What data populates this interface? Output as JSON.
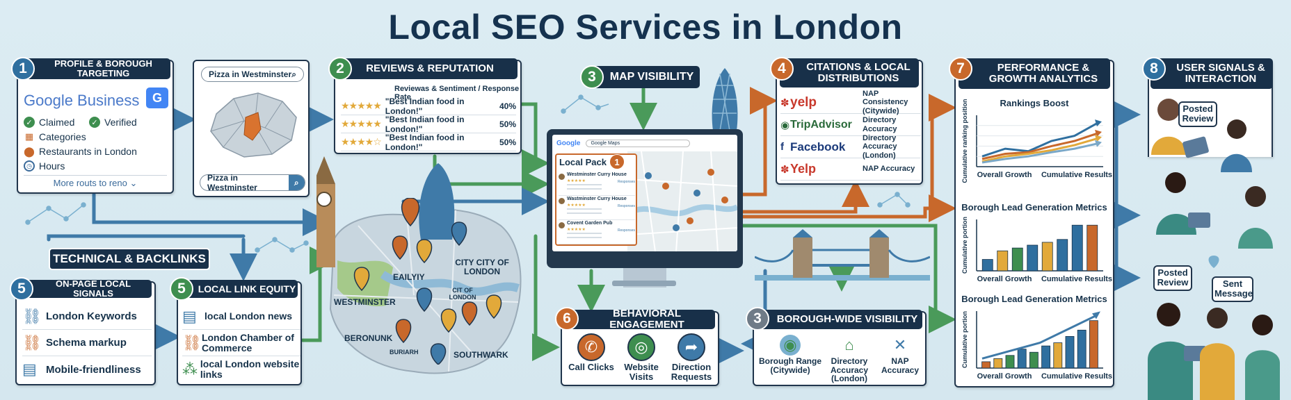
{
  "title": "Local SEO Services in London",
  "profile": {
    "num": "1",
    "header": "PROFILE & BOROUGH TARGETING",
    "brand": "Google Business",
    "claimed": "Claimed",
    "verified": "Verified",
    "categories": "Categories",
    "restaurants": "Restaurants in London",
    "hours": "Hours",
    "more": "More routs to reno"
  },
  "search": {
    "top_query": "Pizza in Westminster",
    "bottom_query": "Pizza in Westminster"
  },
  "reviews": {
    "num": "2",
    "header": "REVIEWS & REPUTATION",
    "subheader": "Reviewas & Sentiment / Response Rate",
    "items": [
      {
        "quote": "\"Best Indian food in London!\"",
        "rate": "40%"
      },
      {
        "quote": "\"Best Indian food in London!\"",
        "rate": "50%"
      },
      {
        "quote": "\"Best Indian food in London!\"",
        "rate": "50%"
      }
    ]
  },
  "map_visibility": {
    "num": "3",
    "header": "MAP VISIBILITY",
    "google": "Google",
    "search_text": "Google Maps",
    "local_pack": "Local Pack",
    "pack_num": "1",
    "listings": [
      "Westminster Curry House",
      "Wastminster Curry House",
      "Covent Garden Pub"
    ],
    "action": "Responses"
  },
  "citations": {
    "num": "4",
    "header": "CITATIONS & LOCAL DISTRIBUTIONS",
    "items": [
      {
        "brand": "yelp",
        "label": "NAP Consistency (Citywide)"
      },
      {
        "brand": "TripAdvisor",
        "label": "Directory Accuracy"
      },
      {
        "brand": "Facebook",
        "label": "Directory Accuracy (London)"
      },
      {
        "brand": "Yelp",
        "label": "NAP Accuracy"
      }
    ]
  },
  "performance": {
    "num": "7",
    "header": "PERFORMANCE & GROWTH ANALYTICS",
    "charts": [
      {
        "title": "Rankings Boost",
        "ylabel": "Cumulative ranking position",
        "x_left": "Overall Growth",
        "x_right": "Cumulative Results"
      },
      {
        "title": "Borough Lead Generation Metrics",
        "ylabel": "Cumulative portion",
        "x_left": "Overall Growth",
        "x_right": "Cumulative Results"
      },
      {
        "title": "Borough Lead Generation Metrics",
        "ylabel": "Cumulative portion",
        "x_left": "Overall Growth",
        "x_right": "Cumulative Results"
      }
    ]
  },
  "user_signals": {
    "num": "8",
    "header": "USER SIGNALS & INTERACTION",
    "bubble_1": "Posted Review",
    "bubble_2": "Posted Review",
    "bubble_3": "Sent Message"
  },
  "technical": {
    "header": "TECHNICAL & BACKLINKS"
  },
  "onpage": {
    "num": "5",
    "header": "ON-PAGE LOCAL SIGNALS",
    "items": [
      "London Keywords",
      "Schema markup",
      "Mobile-friendliness"
    ]
  },
  "link_equity": {
    "num": "5",
    "header": "LOCAL LINK EQUITY",
    "items": [
      "local London news",
      "London Chamber of Commerce",
      "local London website links"
    ]
  },
  "map_labels": {
    "westminster": "WESTMINSTER",
    "eailyiy": "EAILYIY",
    "city": "CITY CITY OF LONDON",
    "city_of": "CIT OF LONDON",
    "beronunk": "BERONUNK",
    "buriarh": "BURIARH",
    "southwark": "SOUTHWARK"
  },
  "behavioral": {
    "num": "6",
    "header": "BEHAVIORAL ENGAGEMENT",
    "items": [
      "Call Clicks",
      "Website Visits",
      "Direction Requests"
    ]
  },
  "borough": {
    "num": "3",
    "header": "BOROUGH-WIDE VISIBILITY",
    "items": [
      "Borough Range (Citywide)",
      "Directory Accuracy (London)",
      "NAP Accuracy"
    ]
  },
  "chart_data": [
    {
      "type": "line",
      "title": "Rankings Boost",
      "ylabel": "Cumulative ranking position",
      "x": [
        1,
        2,
        3,
        4,
        5,
        6
      ],
      "series": [
        {
          "values": [
            2,
            3.5,
            3,
            5,
            6,
            8.5
          ],
          "color": "#2f6f9f"
        },
        {
          "values": [
            1.5,
            2.5,
            2.8,
            4,
            5,
            6.5
          ],
          "color": "#c8682b"
        },
        {
          "values": [
            1,
            2,
            2.5,
            3.2,
            4.2,
            5.5
          ],
          "color": "#e2a93a"
        },
        {
          "values": [
            0.8,
            1.5,
            2,
            2.8,
            3.5,
            4.5
          ],
          "color": "#7aa8c8"
        }
      ],
      "ylim": [
        0,
        10
      ]
    },
    {
      "type": "bar",
      "title": "Borough Lead Generation Metrics",
      "ylabel": "Cumulative portion",
      "values": [
        2,
        3.5,
        4,
        4.5,
        5,
        5.5,
        8,
        8
      ],
      "colors": [
        "#2f6f9f",
        "#e2a93a",
        "#3e8e4f",
        "#2f6f9f",
        "#e2a93a",
        "#2f6f9f",
        "#2f6f9f",
        "#c8682b"
      ],
      "ylim": [
        0,
        9
      ]
    },
    {
      "type": "bar",
      "title": "Borough Lead Generation Metrics",
      "ylabel": "Cumulative portion",
      "values": [
        1,
        1.5,
        2,
        3,
        2.5,
        3.5,
        4,
        5,
        6,
        7.5
      ],
      "colors": [
        "#c8682b",
        "#e2a93a",
        "#3e8e4f",
        "#2f6f9f",
        "#3e8e4f",
        "#2f6f9f",
        "#e2a93a",
        "#2f6f9f",
        "#2f6f9f",
        "#c8682b"
      ],
      "ylim": [
        0,
        9
      ]
    }
  ]
}
